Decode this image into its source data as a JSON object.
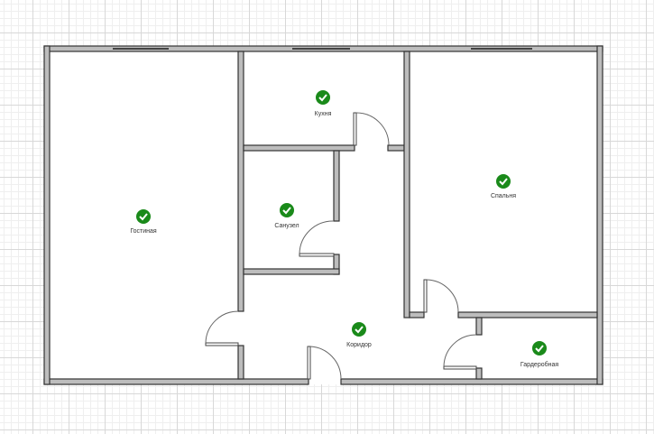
{
  "rooms": [
    {
      "id": "living",
      "label": "Гостиная",
      "status_icon": "check-circle-icon"
    },
    {
      "id": "kitchen",
      "label": "Кухня",
      "status_icon": "check-circle-icon"
    },
    {
      "id": "bathroom",
      "label": "Санузел",
      "status_icon": "check-circle-icon"
    },
    {
      "id": "bedroom",
      "label": "Спальня",
      "status_icon": "check-circle-icon"
    },
    {
      "id": "corridor",
      "label": "Коридор",
      "status_icon": "check-circle-icon"
    },
    {
      "id": "wardrobe",
      "label": "Гардеробная",
      "status_icon": "check-circle-icon"
    }
  ],
  "colors": {
    "check": "#1a8a1a",
    "wall": "#bdbdbd"
  }
}
